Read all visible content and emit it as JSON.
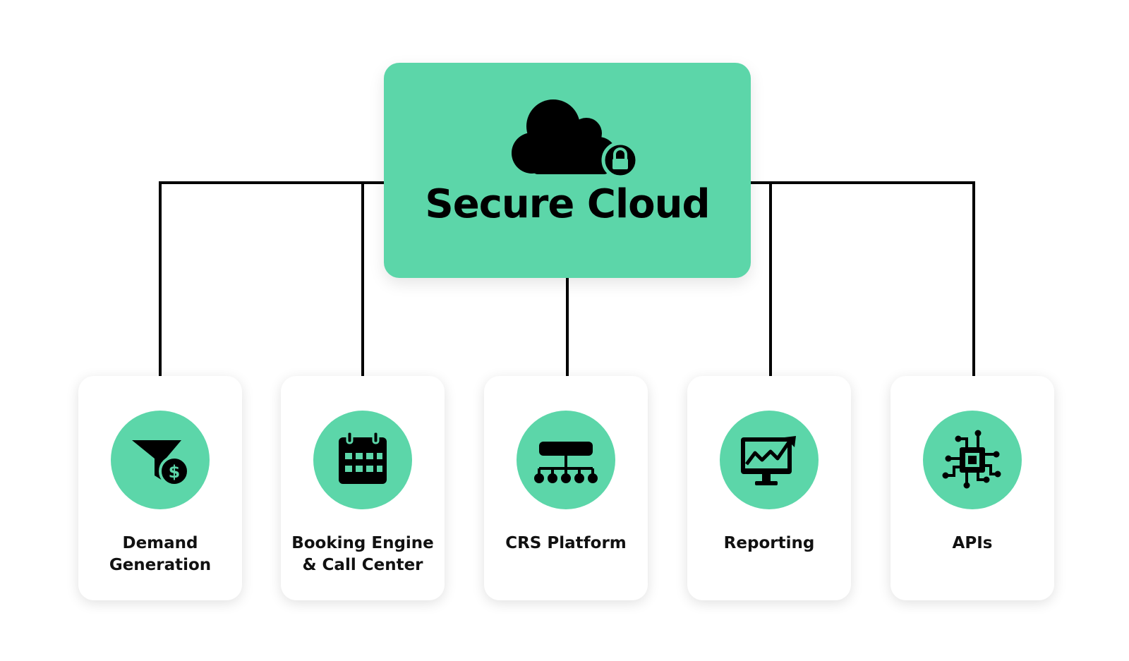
{
  "hub": {
    "title": "Secure Cloud",
    "icon": "cloud-lock-icon"
  },
  "modules": [
    {
      "label": "Demand\nGeneration",
      "icon": "funnel-dollar-icon"
    },
    {
      "label": "Booking Engine\n& Call Center",
      "icon": "calendar-icon"
    },
    {
      "label": "CRS Platform",
      "icon": "network-hub-icon"
    },
    {
      "label": "Reporting",
      "icon": "monitor-chart-icon"
    },
    {
      "label": "APIs",
      "icon": "circuit-chip-icon"
    }
  ],
  "colors": {
    "accent": "#5cd6a9",
    "line": "#000000",
    "card": "#ffffff"
  }
}
